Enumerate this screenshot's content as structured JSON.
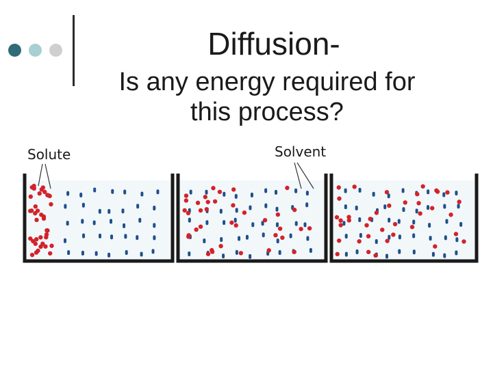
{
  "decor": {
    "dots": [
      {
        "name": "dark-teal-dot",
        "color": "#2f6b78"
      },
      {
        "name": "light-teal-dot",
        "color": "#a8cfd2"
      },
      {
        "name": "light-gray-dot",
        "color": "#cfcfcf"
      }
    ]
  },
  "slide": {
    "title": "Diffusion-",
    "subtitle_line1": "Is any energy required for",
    "subtitle_line2": "this process?"
  },
  "figure": {
    "solute_label": "Solute",
    "solvent_label": "Solvent",
    "colors": {
      "solute": "#d2232a",
      "solvent": "#1f4f8a",
      "water": "#f2f7fa",
      "container": "#1a1a1a"
    }
  }
}
